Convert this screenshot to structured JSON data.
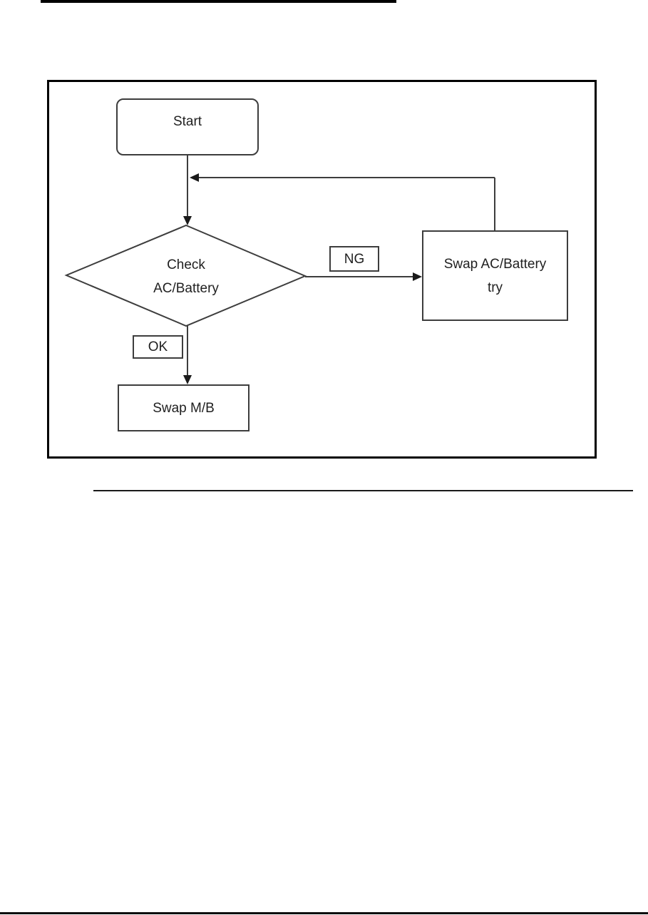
{
  "flowchart": {
    "nodes": {
      "start": {
        "label": "Start"
      },
      "decision": {
        "line1": "Check",
        "line2": "AC/Battery"
      },
      "swap_ac_battery": {
        "line1": "Swap AC/Battery",
        "line2": "try"
      },
      "swap_mb": {
        "label": "Swap M/B"
      }
    },
    "edge_labels": {
      "ng": "NG",
      "ok": "OK"
    },
    "colors": {
      "line": "#3d3d3d",
      "arrowhead": "#1a1a1a",
      "panel_border": "#000000",
      "text": "#1f1f1f"
    }
  }
}
